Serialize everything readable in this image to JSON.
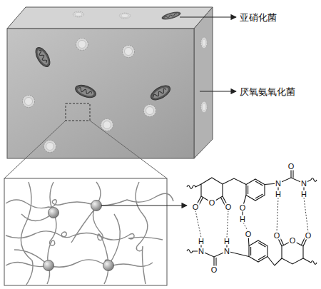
{
  "diagram": {
    "labels": [
      "亚硝化菌",
      "厌氧氨氧化菌",
      "O",
      "O",
      "O",
      "O",
      "H",
      "N",
      "H",
      "O",
      "N",
      "H",
      "H",
      "N",
      "O",
      "H",
      "N",
      "O",
      "O",
      "O",
      "O"
    ]
  }
}
